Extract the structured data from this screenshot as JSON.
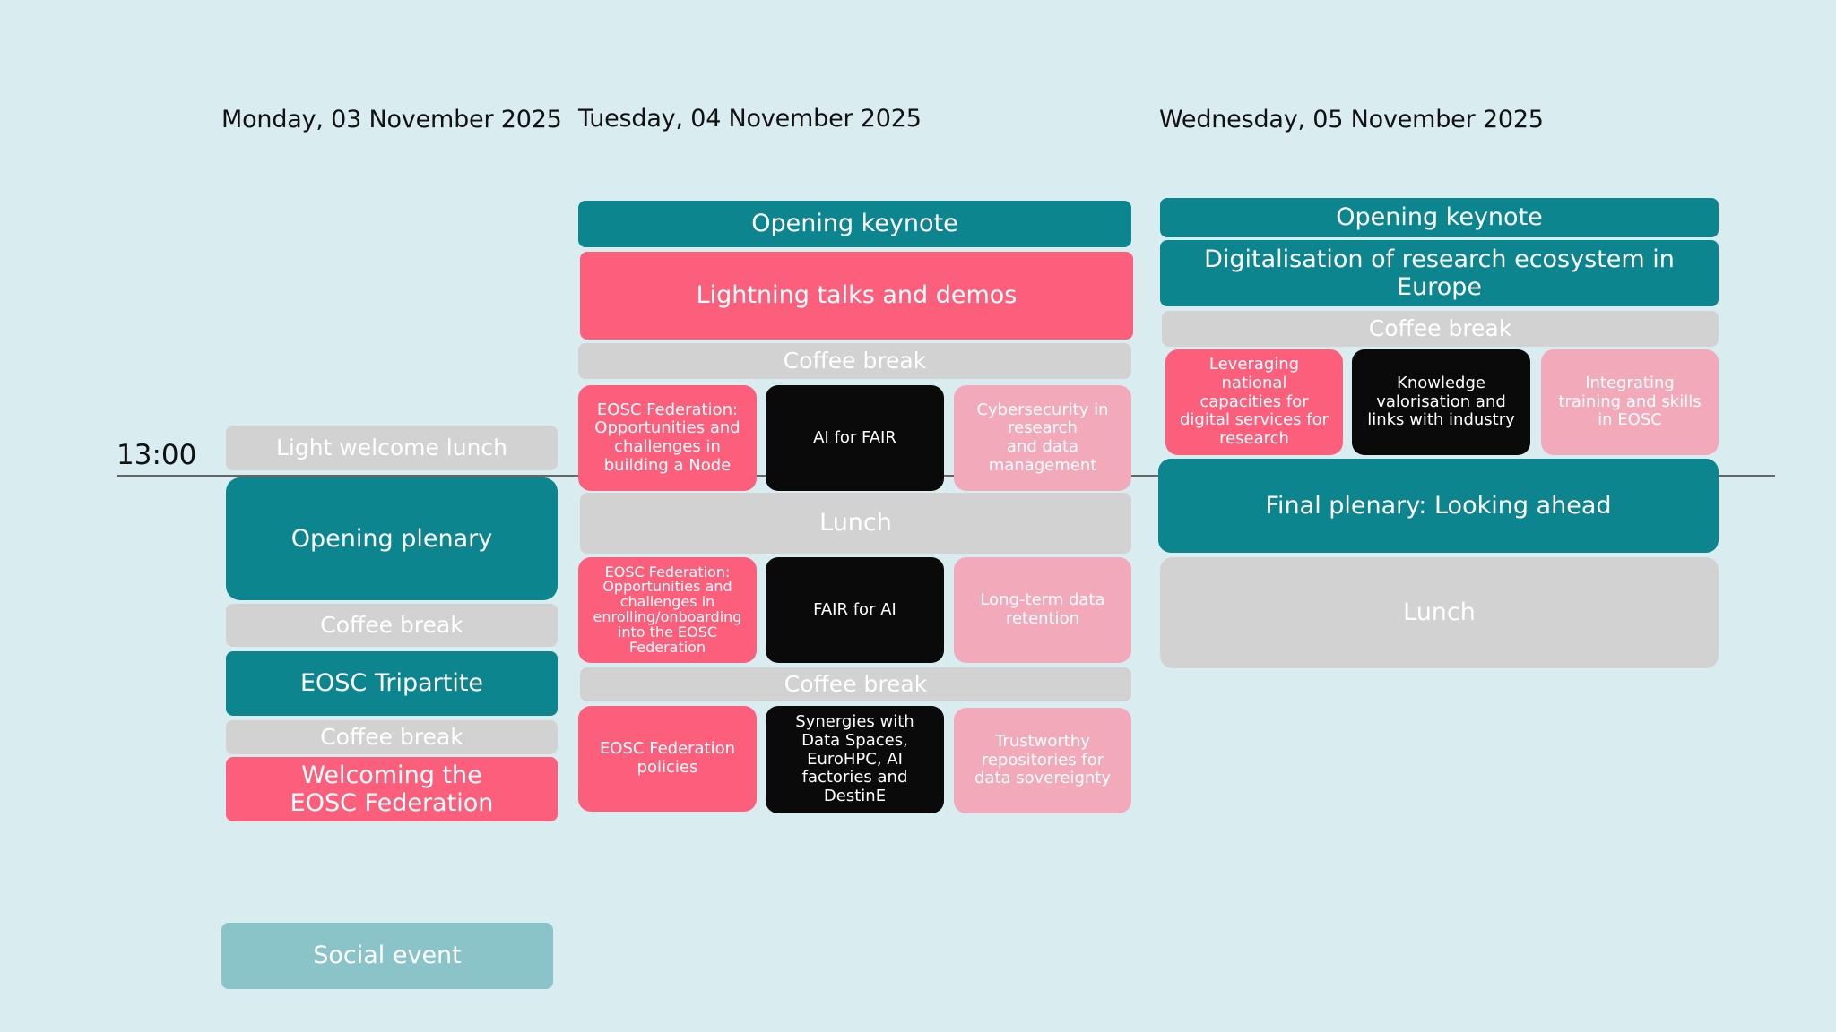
{
  "time_marker": "13:00",
  "days": [
    {
      "title": "Monday, 03 November 2025",
      "sessions": [
        "Light welcome lunch",
        "Opening plenary",
        "Coffee break",
        "EOSC Tripartite",
        "Coffee break",
        "Welcoming the\nEOSC Federation",
        "Social event"
      ]
    },
    {
      "title": "Tuesday, 04 November 2025",
      "sessions": [
        "Opening keynote",
        "Lightning talks and demos",
        "Coffee break",
        "EOSC Federation:\nOpportunities and\nchallenges in\nbuilding a Node",
        "AI for FAIR",
        "Cybersecurity in\nresearch\nand data\nmanagement",
        "Lunch",
        "EOSC Federation:\nOpportunities and\nchallenges in\nenrolling/onboarding\ninto the EOSC\nFederation",
        "FAIR for AI",
        "Long-term data\nretention",
        "Coffee break",
        "EOSC Federation\npolicies",
        "Synergies with\nData Spaces,\nEuroHPC, AI\nfactories and\nDestinE",
        "Trustworthy\nrepositories for\ndata sovereignty"
      ]
    },
    {
      "title": "Wednesday, 05 November 2025",
      "sessions": [
        "Opening keynote",
        "Digitalisation of research ecosystem in Europe",
        "Coffee break",
        "Leveraging\nnational\ncapacities for\ndigital services for\nresearch",
        "Knowledge\nvalorisation and\nlinks with industry",
        "Integrating\ntraining and skills\nin EOSC",
        "Final plenary: Looking ahead",
        "Lunch"
      ]
    }
  ]
}
